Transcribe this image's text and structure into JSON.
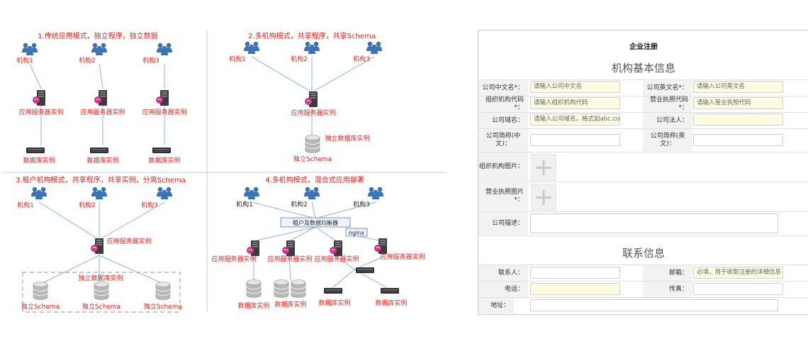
{
  "diagram": {
    "q1": {
      "title": "1.传统应用模式，独立程序，独立数据",
      "orgs": [
        "机构1",
        "机构2",
        "机构3"
      ],
      "app": "应用服务器实例",
      "db": "数据库实例"
    },
    "q2": {
      "title": "2.多机构模式，共享程序，共享Schema",
      "orgs": [
        "机构1",
        "机构2",
        "机构3"
      ],
      "app": "应用服务器实例",
      "db": "独立数据库实例",
      "schema": "独立Schema"
    },
    "q3": {
      "title": "3.租户机构模式，共享程序，共享实例，分离Schema",
      "orgs": [
        "机构1",
        "机构2",
        "机构3"
      ],
      "app": "应用服务器实例",
      "db": "独立数据库实例",
      "schema": "独立Schema"
    },
    "q4": {
      "title": "4.多机构模式，混合式应用部署",
      "orgs": [
        "机构1",
        "机构2",
        "机构3"
      ],
      "balancer": "租户及数据均衡器",
      "nginx": "nginx",
      "app": "应用服务器实例",
      "db": "数据库实例"
    }
  },
  "form": {
    "title": "企业注册",
    "section1": "机构基本信息",
    "section2": "联系信息",
    "rows": [
      {
        "l1": "公司中文名*：",
        "p1": "请输入公司中文名",
        "l2": "公司英文名*：",
        "p2": "请输入公司英文名"
      },
      {
        "l1": "组织机构代码*：",
        "p1": "请输入组织机构代码",
        "l2": "营业执照代码*：",
        "p2": "请输入营业执照代码"
      },
      {
        "l1": "公司域名：",
        "p1": "请输入公司域名，格式如abc.com",
        "l2": "公司法人：",
        "p2": ""
      },
      {
        "l1": "公司简称(中文)：",
        "p1": "",
        "l2": "公司简称(英文)：",
        "p2": ""
      }
    ],
    "org_image": "组织机构图片：",
    "license_image": "营业执照图片*：",
    "description": "公司描述：",
    "contact": "联系人：",
    "email": "邮箱：",
    "email_placeholder": "必填，用于收取注册的详细信息",
    "phone": "电话：",
    "fax": "传真：",
    "address": "地址："
  }
}
